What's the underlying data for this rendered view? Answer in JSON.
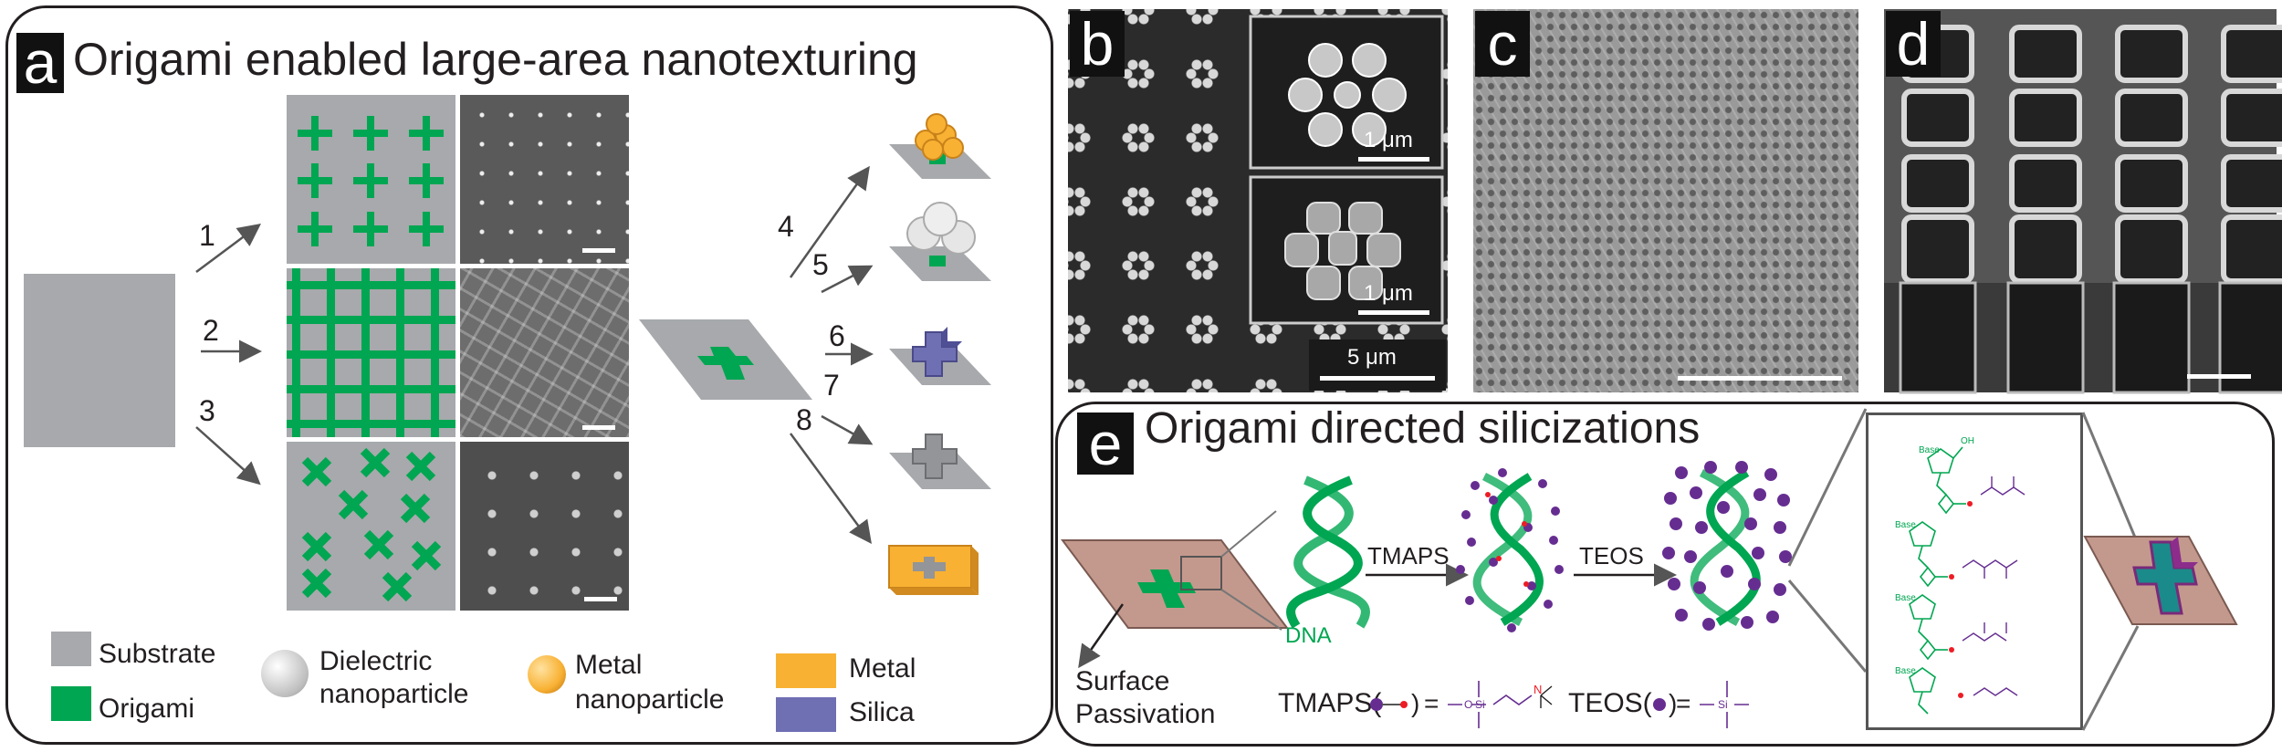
{
  "colors": {
    "substrate": "#a7a9ac",
    "origami": "#00a651",
    "metal": "#f8b133",
    "silica": "#6f6fb4",
    "atom": "#662d91",
    "surface": "#c4998d"
  },
  "panel_a": {
    "letter": "a",
    "title": "Origami enabled large-area nanotexturing",
    "steps": [
      "1",
      "2",
      "3",
      "4",
      "5",
      "6",
      "7",
      "8"
    ],
    "legend": {
      "substrate": "Substrate",
      "origami": "Origami",
      "dielectric_line1": "Dielectric",
      "dielectric_line2": "nanoparticle",
      "metal_np_line1": "Metal",
      "metal_np_line2": "nanoparticle",
      "metal": "Metal",
      "silica": "Silica"
    }
  },
  "panel_b": {
    "letter": "b",
    "scale_inset_top": "1 μm",
    "scale_inset_bottom": "1 μm",
    "scale_main": "5 μm"
  },
  "panel_c": {
    "letter": "c"
  },
  "panel_d": {
    "letter": "d"
  },
  "panel_e": {
    "letter": "e",
    "title": "Origami directed silicizations",
    "dna": "DNA",
    "tmaps": "TMAPS",
    "teos": "TEOS",
    "surface_line1": "Surface",
    "surface_line2": "Passivation",
    "tmaps_legend": "TMAPS(",
    "teos_legend": "TEOS(",
    "chem_base": "Base",
    "chem_oh": "OH"
  }
}
